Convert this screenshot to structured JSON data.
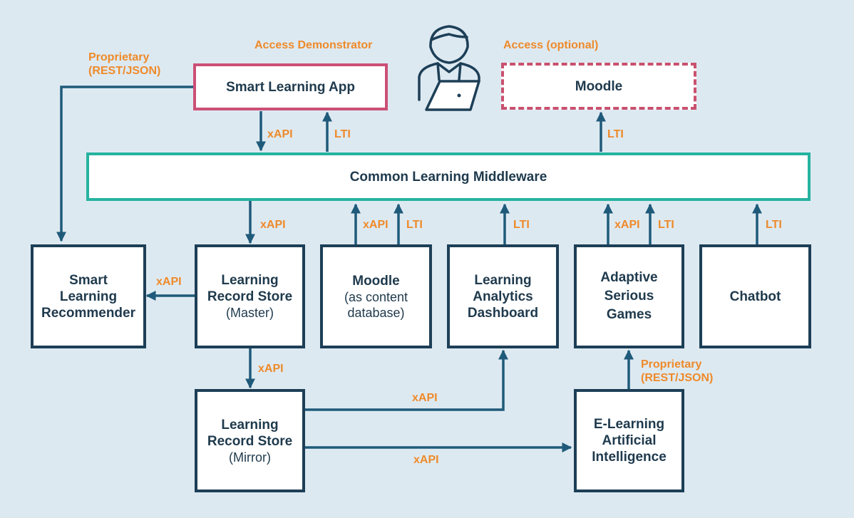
{
  "colors": {
    "background": "#dde9f1",
    "node_border": "#1d3f57",
    "arrow": "#1f5a7a",
    "label": "#ee8a2a",
    "smart_app_border": "#cc4f76",
    "moodle_top_border": "#c9516f",
    "middleware_border": "#26b3a0",
    "text": "#1f3a4d"
  },
  "top": {
    "access_demonstrator": "Access Demonstrator",
    "access_optional": "Access (optional)",
    "smart_app": "Smart Learning App",
    "moodle": "Moodle",
    "user_icon": "user-with-laptop-icon"
  },
  "middleware": "Common Learning Middleware",
  "nodes": {
    "recommender": [
      "Smart",
      "Learning",
      "Recommender"
    ],
    "lrs_master": {
      "title": [
        "Learning",
        "Record Store"
      ],
      "sub": "(Master)"
    },
    "moodle_content": {
      "title": "Moodle",
      "sub": [
        "(as content",
        "database)"
      ]
    },
    "dashboard": [
      "Learning",
      "Analytics",
      "Dashboard"
    ],
    "games": [
      "Adaptive",
      "Serious",
      "Games"
    ],
    "chatbot": "Chatbot",
    "lrs_mirror": {
      "title": [
        "Learning",
        "Record Store"
      ],
      "sub": "(Mirror)"
    },
    "ai": [
      "E-Learning",
      "Artificial",
      "Intelligence"
    ]
  },
  "labels": {
    "proprietary_top": [
      "Proprietary",
      "(REST/JSON)"
    ],
    "app_xapi": "xAPI",
    "app_lti": "LTI",
    "moodle_top_lti": "LTI",
    "lrs_master_xapi": "xAPI",
    "moodle_xapi": "xAPI",
    "moodle_lti": "LTI",
    "dashboard_lti": "LTI",
    "games_xapi": "xAPI",
    "games_lti": "LTI",
    "chatbot_lti": "LTI",
    "recommender_xapi": "xAPI",
    "master_mirror_xapi": "xAPI",
    "mirror_dashboard_xapi": "xAPI",
    "mirror_ai_xapi": "xAPI",
    "proprietary_bottom": [
      "Proprietary",
      "(REST/JSON)"
    ]
  }
}
